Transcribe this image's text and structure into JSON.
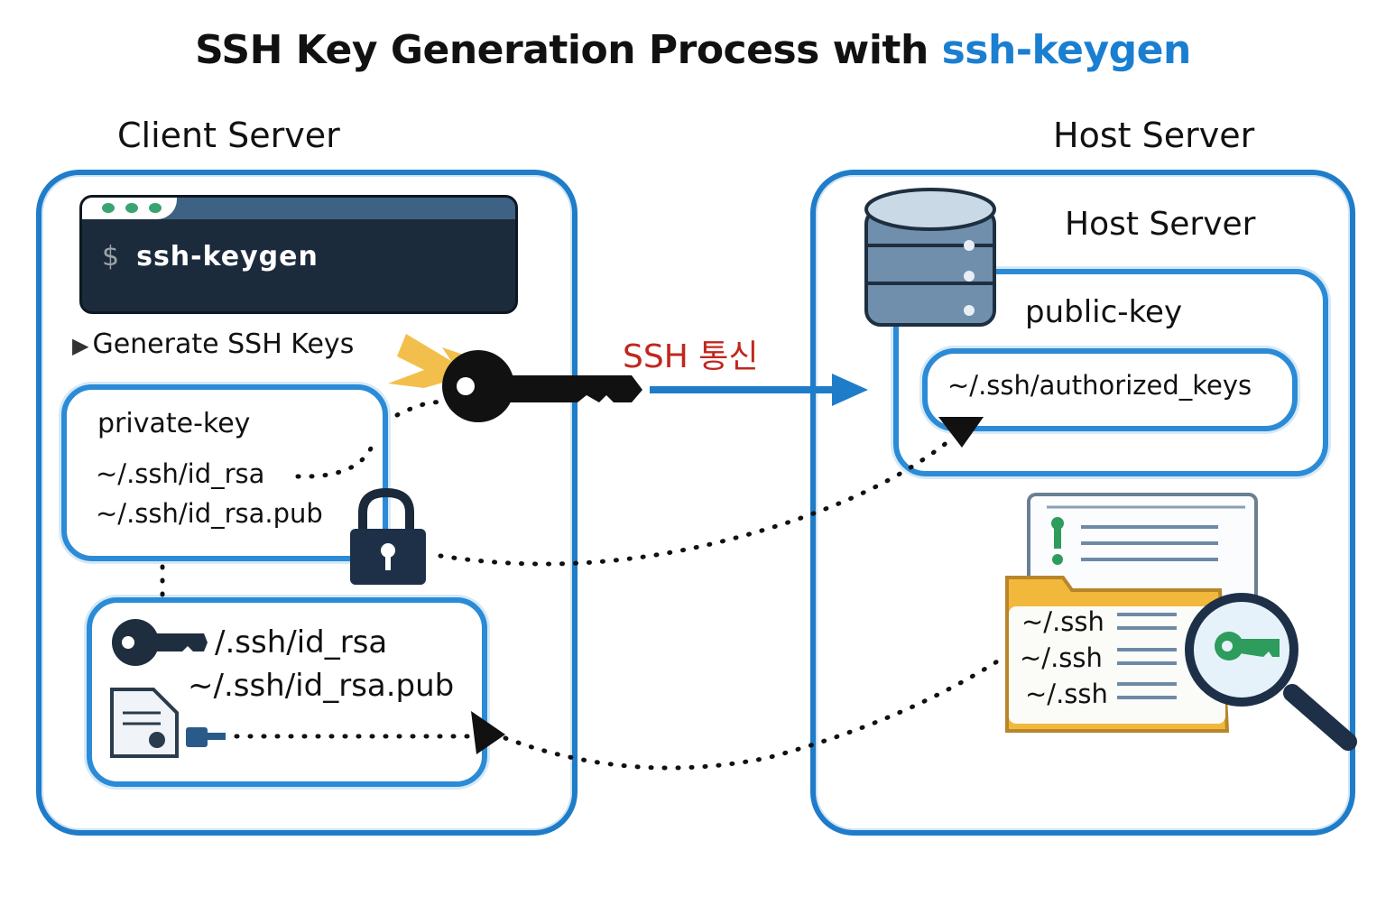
{
  "title": {
    "main": "SSH Key Generation Process with ",
    "accent": "ssh-keygen"
  },
  "colors": {
    "accent": "#1a7fd0",
    "panel_border": "#1f7cc9",
    "arrow_label": "#c0271e",
    "key_green": "#2e9c5c",
    "folder": "#f2b83b"
  },
  "client": {
    "label": "Client Server",
    "terminal": {
      "prompt": "$",
      "command": "ssh-keygen"
    },
    "step": "Generate SSH Keys",
    "private_box": {
      "title": "private-key",
      "lines": [
        "~/.ssh/id_rsa",
        "~/.ssh/id_rsa.pub"
      ]
    },
    "files_box": {
      "lines": [
        "/.ssh/id_rsa",
        "~/.ssh/id_rsa.pub"
      ]
    }
  },
  "connection": {
    "label": "SSH 통신"
  },
  "host": {
    "label": "Host Server",
    "inner_label": "Host Server",
    "public_box": {
      "title": "public-key",
      "file": "~/.ssh/authorized_keys"
    },
    "folder_lines": [
      "~/.ssh",
      "~/.ssh",
      "~/.ssh"
    ]
  },
  "icons": [
    "terminal-icon",
    "play-icon",
    "key-icon",
    "lock-icon",
    "document-icon",
    "plug-icon",
    "database-icon",
    "folder-icon",
    "magnifier-icon"
  ]
}
